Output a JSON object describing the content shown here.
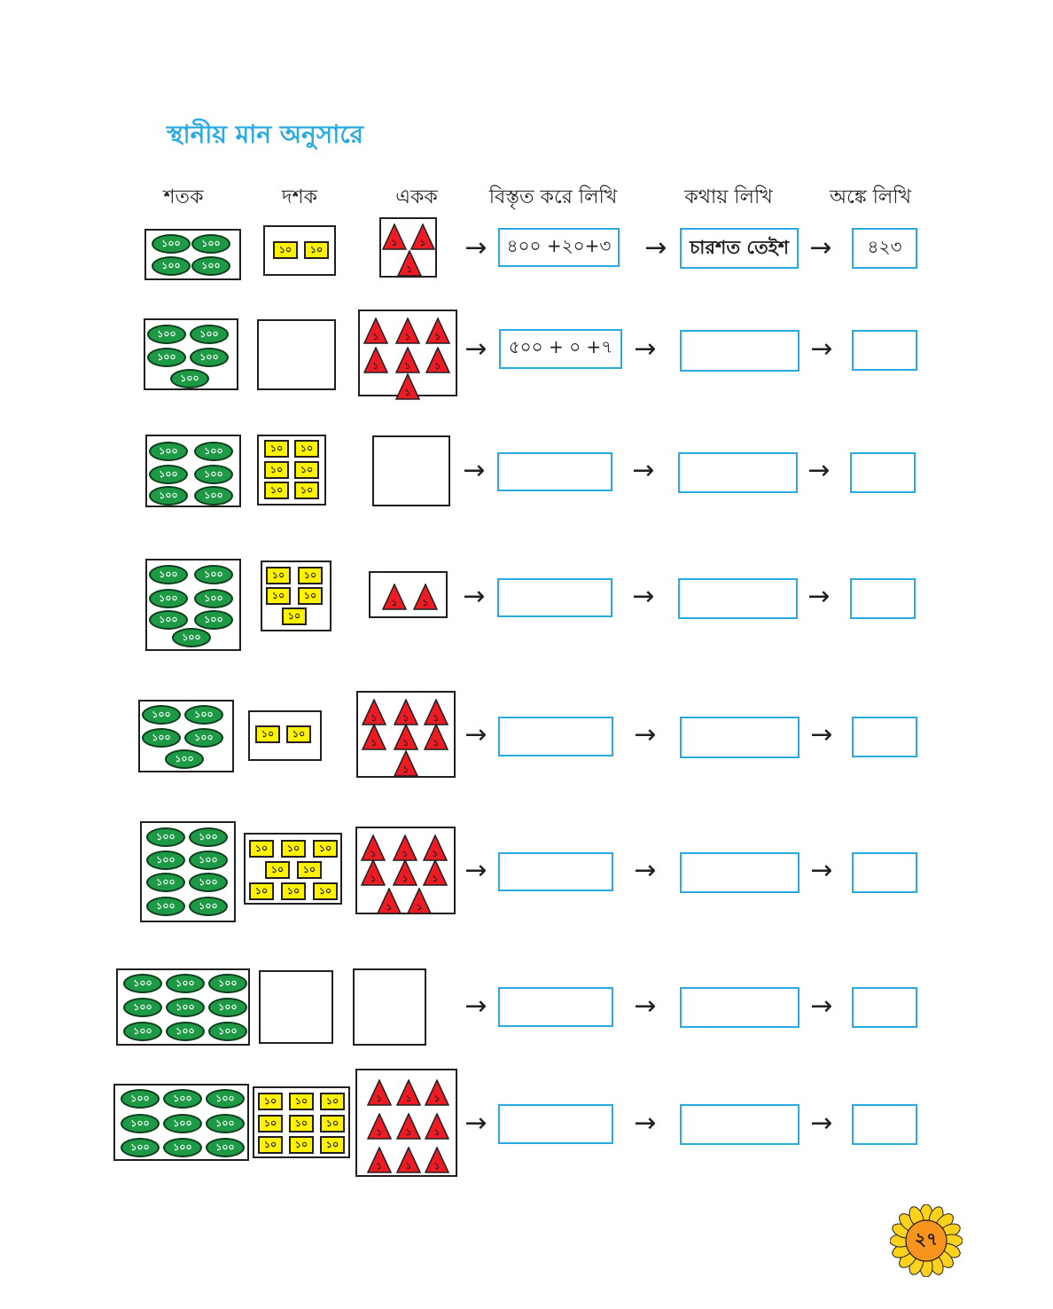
{
  "title": "স্থানীয় মান অনুসারে",
  "headers": {
    "hundreds": "শতক",
    "tens": "দশক",
    "ones": "একক",
    "expanded": "বিস্তৃত করে লিখি",
    "words": "কথায় লিখি",
    "digits": "অঙ্কে লিখি"
  },
  "symbols": {
    "hundred_label": "১০০",
    "ten_label": "১০",
    "one_label": "১",
    "arrow": "→"
  },
  "colors": {
    "title": "#29abe2",
    "answer_box_border": "#29abe2",
    "hundred_oval": "#1e9a47",
    "ten_box": "#fff200",
    "one_triangle": "#ed1c24",
    "page_badge": "#f7941d"
  },
  "rows": [
    {
      "hundreds": 4,
      "tens": 2,
      "ones": 3,
      "expanded": "৪০০ +২০+৩",
      "words": "চারশত তেইশ",
      "digits": "৪২৩"
    },
    {
      "hundreds": 5,
      "tens": 0,
      "ones": 7,
      "expanded": "৫০০ + ০ +৭",
      "words": "",
      "digits": ""
    },
    {
      "hundreds": 6,
      "tens": 6,
      "ones": 0,
      "expanded": "",
      "words": "",
      "digits": ""
    },
    {
      "hundreds": 7,
      "tens": 5,
      "ones": 2,
      "expanded": "",
      "words": "",
      "digits": ""
    },
    {
      "hundreds": 5,
      "tens": 2,
      "ones": 7,
      "expanded": "",
      "words": "",
      "digits": ""
    },
    {
      "hundreds": 8,
      "tens": 8,
      "ones": 8,
      "expanded": "",
      "words": "",
      "digits": ""
    },
    {
      "hundreds": 9,
      "tens": 0,
      "ones": 0,
      "expanded": "",
      "words": "",
      "digits": ""
    },
    {
      "hundreds": 9,
      "tens": 9,
      "ones": 9,
      "expanded": "",
      "words": "",
      "digits": ""
    }
  ],
  "page_number": "২৭"
}
